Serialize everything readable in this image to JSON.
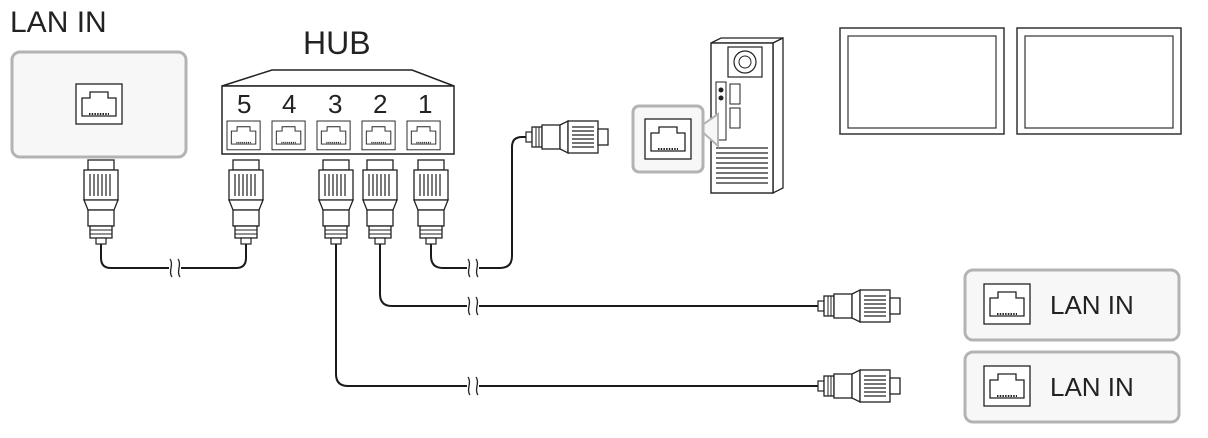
{
  "labels": {
    "lan_in_top": "LAN IN",
    "hub": "HUB",
    "lan_in_display_1": "LAN IN",
    "lan_in_display_2": "LAN IN"
  },
  "hub_ports": [
    "5",
    "4",
    "3",
    "2",
    "1"
  ],
  "colors": {
    "line": "#1a1a1a",
    "panel_border": "#b3b3b3",
    "panel_fill": "#f7f7f7",
    "connector_fill": "#ffffff",
    "screen_frame": "#333333"
  }
}
